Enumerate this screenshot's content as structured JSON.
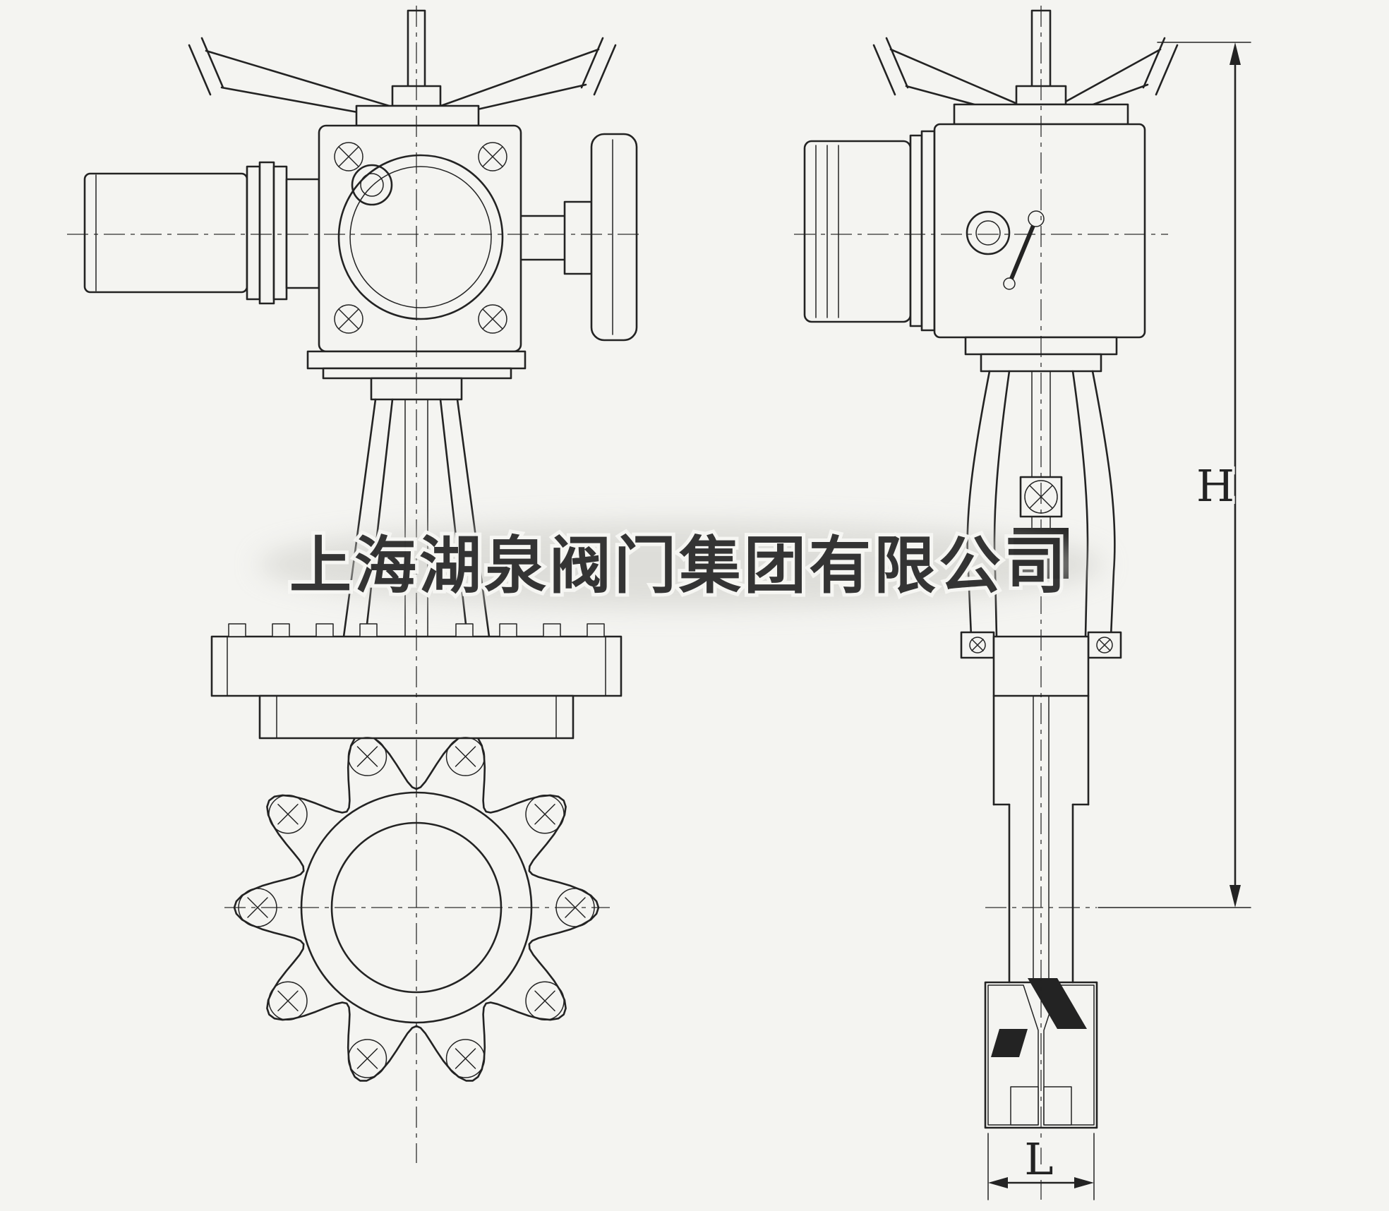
{
  "drawing": {
    "watermark": "上海湖泉阀门集团有限公司",
    "dimensions": {
      "height_label": "H",
      "length_label": "L"
    }
  },
  "colors": {
    "line": "#232323",
    "background": "#f4f4f1",
    "watermark_fill": "#2e2e2e",
    "watermark_halo": "#f7f7f4"
  }
}
